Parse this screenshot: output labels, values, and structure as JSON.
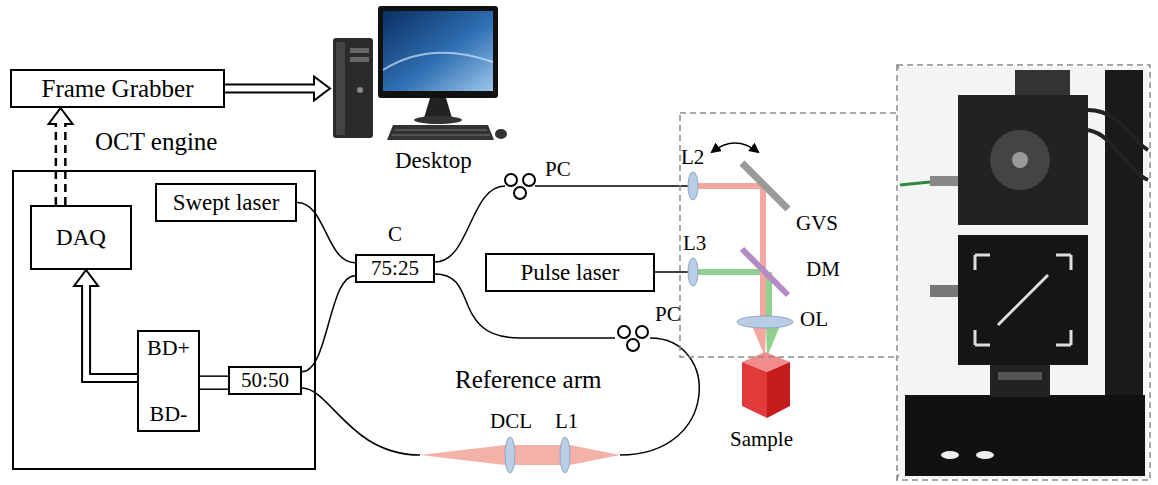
{
  "diagram": {
    "nodes": [
      {
        "text": [
          "Frame Grabber"
        ]
      },
      {
        "text": [
          "Desktop"
        ]
      },
      {
        "text": [
          "OCT engine"
        ]
      },
      {
        "text": [
          "Swept laser"
        ],
        "in": 2
      },
      {
        "text": [
          "DAQ"
        ],
        "in": 2
      },
      {
        "text": [
          "BD+",
          "BD-"
        ],
        "in": 2
      },
      {
        "text": [
          "50:50"
        ],
        "in": 2
      },
      {
        "text": [
          "C",
          "75:25"
        ]
      },
      {
        "text": [
          "Pulse laser"
        ]
      }
    ],
    "edges": [
      {
        "from": 0,
        "to": 1,
        "arrow": "to"
      },
      {
        "from": 4,
        "to": 0,
        "arrow": "to"
      },
      {
        "from": 5,
        "to": 4,
        "arrow": "to"
      },
      {
        "from": 3,
        "to": 7,
        "arrow": "none"
      },
      {
        "from": 6,
        "to": 7,
        "arrow": "none"
      },
      {
        "from": 6,
        "to": 5,
        "arrow": "none"
      },
      {
        "from": 6,
        "to": 5,
        "arrow": "none"
      }
    ],
    "labels": [
      "PC",
      "L2",
      "GVS",
      "L3",
      "DM",
      "PC",
      "OL",
      "Reference arm",
      "DCL",
      "L1",
      "Sample"
    ]
  }
}
